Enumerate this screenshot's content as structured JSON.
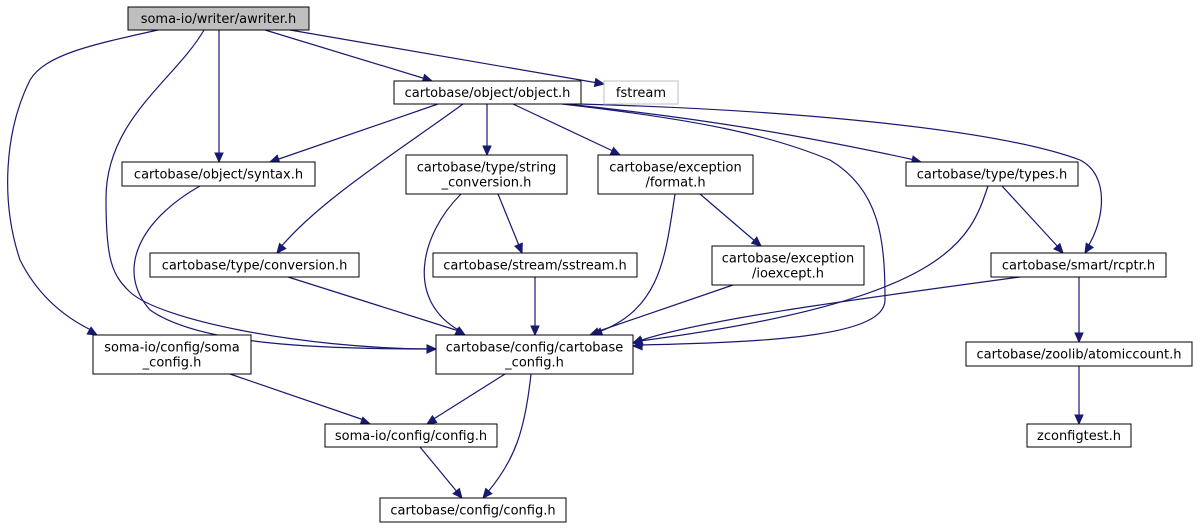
{
  "diagram": {
    "type": "include-dependency-graph",
    "colors": {
      "edge": "#191970",
      "root_fill": "#bfbfbf",
      "node_fill": "#ffffff",
      "node_border": "#000000",
      "external_border": "#bfbfbf"
    },
    "nodes": [
      {
        "id": "awriter",
        "lines": [
          "soma-io/writer/awriter.h"
        ],
        "kind": "root"
      },
      {
        "id": "object",
        "lines": [
          "cartobase/object/object.h"
        ],
        "kind": "normal"
      },
      {
        "id": "fstream",
        "lines": [
          "fstream"
        ],
        "kind": "external"
      },
      {
        "id": "syntax",
        "lines": [
          "cartobase/object/syntax.h"
        ],
        "kind": "normal"
      },
      {
        "id": "string_conv",
        "lines": [
          "cartobase/type/string",
          "_conversion.h"
        ],
        "kind": "normal"
      },
      {
        "id": "format",
        "lines": [
          "cartobase/exception",
          "/format.h"
        ],
        "kind": "normal"
      },
      {
        "id": "types",
        "lines": [
          "cartobase/type/types.h"
        ],
        "kind": "normal"
      },
      {
        "id": "conversion",
        "lines": [
          "cartobase/type/conversion.h"
        ],
        "kind": "normal"
      },
      {
        "id": "sstream",
        "lines": [
          "cartobase/stream/sstream.h"
        ],
        "kind": "normal"
      },
      {
        "id": "ioexcept",
        "lines": [
          "cartobase/exception",
          "/ioexcept.h"
        ],
        "kind": "normal"
      },
      {
        "id": "rcptr",
        "lines": [
          "cartobase/smart/rcptr.h"
        ],
        "kind": "normal"
      },
      {
        "id": "soma_config",
        "lines": [
          "soma-io/config/soma",
          "_config.h"
        ],
        "kind": "normal"
      },
      {
        "id": "cb_config",
        "lines": [
          "cartobase/config/cartobase",
          "_config.h"
        ],
        "kind": "normal"
      },
      {
        "id": "atomiccount",
        "lines": [
          "cartobase/zoolib/atomiccount.h"
        ],
        "kind": "normal"
      },
      {
        "id": "somaio_config",
        "lines": [
          "soma-io/config/config.h"
        ],
        "kind": "normal"
      },
      {
        "id": "zconfigtest",
        "lines": [
          "zconfigtest.h"
        ],
        "kind": "normal"
      },
      {
        "id": "config",
        "lines": [
          "cartobase/config/config.h"
        ],
        "kind": "normal"
      }
    ],
    "edges": [
      {
        "from": "awriter",
        "to": "object"
      },
      {
        "from": "awriter",
        "to": "fstream"
      },
      {
        "from": "awriter",
        "to": "syntax"
      },
      {
        "from": "awriter",
        "to": "cb_config"
      },
      {
        "from": "awriter",
        "to": "soma_config"
      },
      {
        "from": "object",
        "to": "syntax"
      },
      {
        "from": "object",
        "to": "string_conv"
      },
      {
        "from": "object",
        "to": "format"
      },
      {
        "from": "object",
        "to": "types"
      },
      {
        "from": "object",
        "to": "conversion"
      },
      {
        "from": "object",
        "to": "rcptr"
      },
      {
        "from": "object",
        "to": "cb_config"
      },
      {
        "from": "syntax",
        "to": "cb_config"
      },
      {
        "from": "string_conv",
        "to": "sstream"
      },
      {
        "from": "string_conv",
        "to": "cb_config"
      },
      {
        "from": "format",
        "to": "ioexcept"
      },
      {
        "from": "format",
        "to": "cb_config"
      },
      {
        "from": "types",
        "to": "rcptr"
      },
      {
        "from": "types",
        "to": "cb_config"
      },
      {
        "from": "conversion",
        "to": "cb_config"
      },
      {
        "from": "sstream",
        "to": "cb_config"
      },
      {
        "from": "ioexcept",
        "to": "cb_config"
      },
      {
        "from": "rcptr",
        "to": "cb_config"
      },
      {
        "from": "rcptr",
        "to": "atomiccount"
      },
      {
        "from": "soma_config",
        "to": "somaio_config"
      },
      {
        "from": "cb_config",
        "to": "somaio_config"
      },
      {
        "from": "cb_config",
        "to": "config"
      },
      {
        "from": "atomiccount",
        "to": "zconfigtest"
      },
      {
        "from": "somaio_config",
        "to": "config"
      }
    ]
  }
}
